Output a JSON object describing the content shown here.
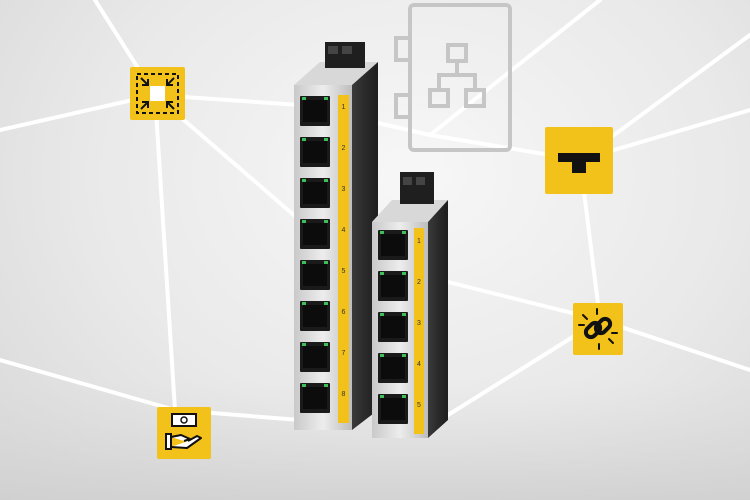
{
  "colors": {
    "accent": "#f3c21a",
    "housing": "#2b2b2b",
    "network_lines": "#ffffff",
    "background": "#e6e6e6"
  },
  "icons": {
    "compact": "compact-size-icon",
    "topology": "network-topology-cabinet-icon",
    "rail": "din-rail-icon",
    "link": "chain-link-icon",
    "cost": "money-hand-icon"
  },
  "switches": {
    "large": {
      "ports": [
        "1",
        "2",
        "3",
        "4",
        "5",
        "6",
        "7",
        "8"
      ]
    },
    "small": {
      "ports": [
        "1",
        "2",
        "3",
        "4",
        "5"
      ]
    }
  }
}
